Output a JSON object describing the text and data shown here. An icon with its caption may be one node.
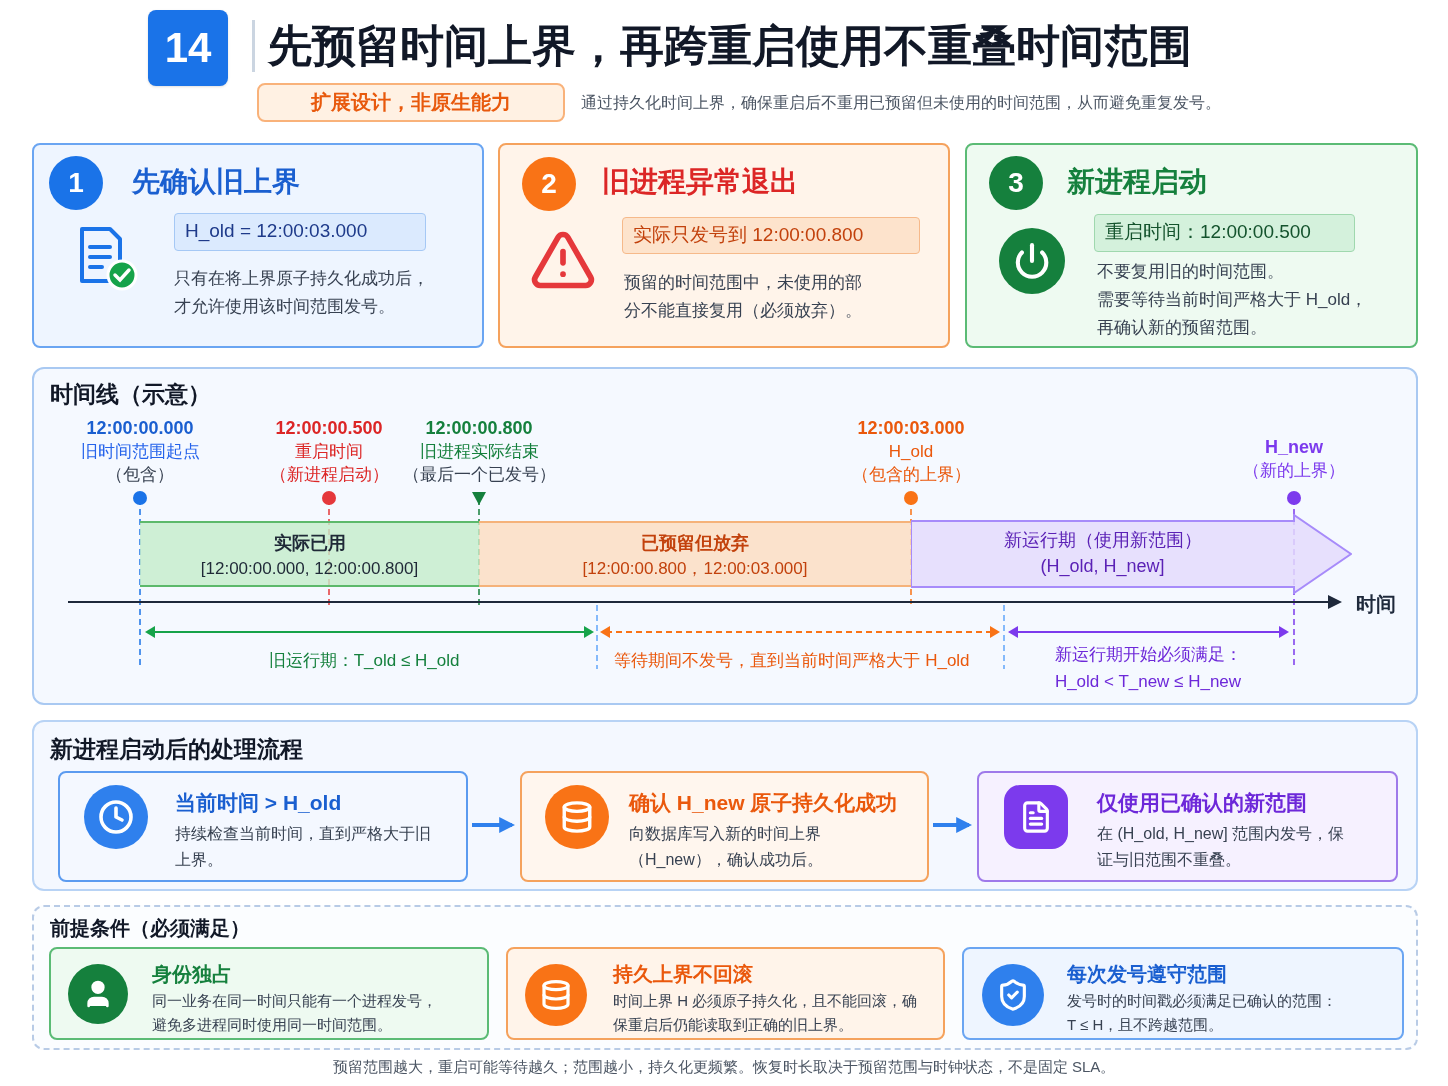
{
  "diagram": {
    "title": "先预留时间上界，再跨重启使用不重叠时间范围",
    "nodes": [
      {
        "text": [
          "14"
        ]
      },
      {
        "text": [
          "扩展设计，非原生能力"
        ]
      },
      {
        "text": [
          "先确认旧上界",
          "只有在将上界原子持久化成功后，才允许使用该时间范围发号。"
        ]
      },
      {
        "text": [
          "1"
        ],
        "in": 2
      },
      {
        "text": [
          "H_old = 12:00:03.000"
        ],
        "in": 2
      },
      {
        "text": [
          "旧进程异常退出",
          "预留的时间范围中，未使用的部分不能直接复用（必须放弃）。"
        ]
      },
      {
        "text": [
          "2"
        ],
        "in": 5
      },
      {
        "text": [
          "实际只发号到 12:00:00.800"
        ],
        "in": 5
      },
      {
        "text": [
          "新进程启动",
          "不要复用旧的时间范围。",
          "需要等待当前时间严格大于 H_old，再确认新的预留范围。"
        ]
      },
      {
        "text": [
          "3"
        ],
        "in": 8
      },
      {
        "text": [
          "重启时间：12:00:00.500"
        ],
        "in": 8
      },
      {
        "text": [
          "时间线（示意）"
        ]
      },
      {
        "text": [
          "实际已用",
          "[12:00:00.000, 12:00:00.800]"
        ],
        "in": 11
      },
      {
        "text": [
          "已预留但放弃",
          "[12:00:00.800，12:00:03.000]"
        ],
        "in": 11
      },
      {
        "text": [
          "新运行期（使用新范围）",
          "(H_old, H_new]"
        ],
        "in": 11
      },
      {
        "text": [
          "新进程启动后的处理流程"
        ]
      },
      {
        "text": [
          "当前时间 > H_old",
          "持续检查当前时间，直到严格大于旧上界。"
        ],
        "in": 15
      },
      {
        "text": [
          "确认 H_new 原子持久化成功",
          "向数据库写入新的时间上界（H_new），确认成功后。"
        ],
        "in": 15
      },
      {
        "text": [
          "仅使用已确认的新范围",
          "在 (H_old, H_new] 范围内发号，保证与旧范围不重叠。"
        ],
        "in": 15
      },
      {
        "text": [
          "前提条件（必须满足）"
        ]
      },
      {
        "text": [
          "身份独占",
          "同一业务在同一时间只能有一个进程发号，避免多进程同时使用同一时间范围。"
        ],
        "in": 19
      },
      {
        "text": [
          "持久上界不回滚",
          "时间上界 H 必须原子持久化，且不能回滚，确保重启后仍能读取到正确的旧上界。"
        ],
        "in": 19
      },
      {
        "text": [
          "每次发号遵守范围",
          "发号时的时间戳必须满足已确认的范围：T ≤ H，且不跨越范围。"
        ],
        "in": 19
      }
    ],
    "edges": [
      {
        "from": 16,
        "to": 17,
        "arrow": "to"
      },
      {
        "from": 17,
        "to": 18,
        "arrow": "to"
      }
    ],
    "labels": [
      "通过持久化时间上界，确保重启后不重用已预留但未使用的时间范围，从而避免重复发号。",
      "12:00:00.000",
      "旧时间范围起点",
      "（包含）",
      "12:00:00.500",
      "重启时间",
      "（新进程启动）",
      "12:00:00.800",
      "旧进程实际结束",
      "（最后一个已发号）",
      "12:00:03.000",
      "H_old",
      "（包含的上界）",
      "H_new",
      "（新的上界）",
      "时间",
      "旧运行期：T_old ≤ H_old",
      "等待期间不发号，直到当前时间严格大于 H_old",
      "新运行期开始必须满足：",
      "H_old < T_new ≤ H_new",
      "预留范围越大，重启可能等待越久；范围越小，持久化更频繁。恢复时长取决于预留范围与时钟状态，不是固定 SLA。"
    ]
  }
}
